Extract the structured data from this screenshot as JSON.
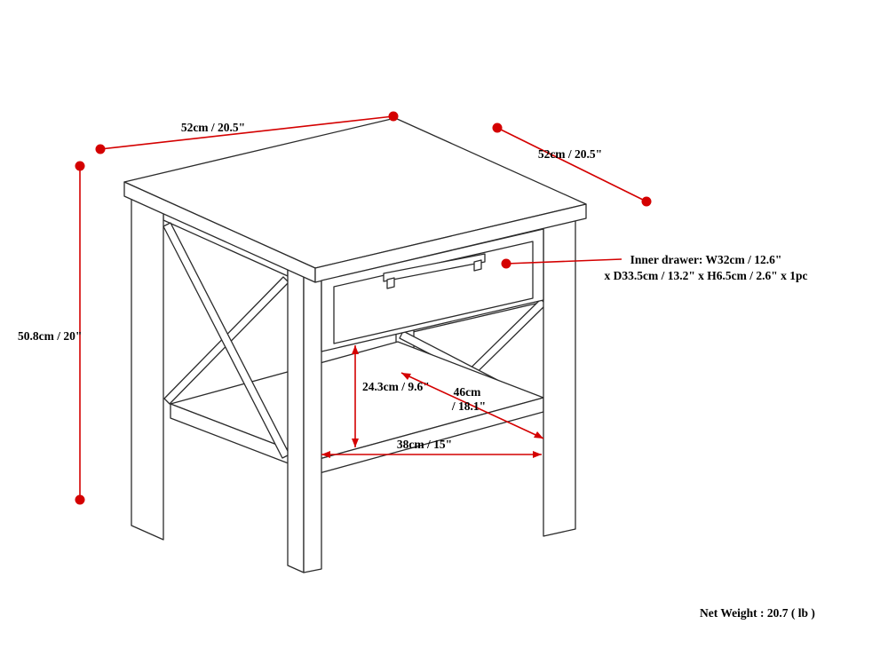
{
  "colors": {
    "dimension": "#d40000",
    "ink": "#000000",
    "line": "#2b2b2b",
    "background": "#ffffff"
  },
  "labels": {
    "top_edge_left": "52cm / 20.5\"",
    "top_edge_right": "52cm / 20.5\"",
    "overall_height": "50.8cm / 20\"",
    "inner_drawer_line1": "Inner drawer: W32cm / 12.6\"",
    "inner_drawer_line2": "x D33.5cm / 13.2\" x H6.5cm / 2.6\" x 1pc",
    "clearance_height": "24.3cm / 9.6\"",
    "shelf_depth_value": "46cm",
    "shelf_depth_inches": "/ 18.1\"",
    "shelf_width": "38cm / 15\"",
    "net_weight": "Net Weight : 20.7 ( lb )"
  }
}
